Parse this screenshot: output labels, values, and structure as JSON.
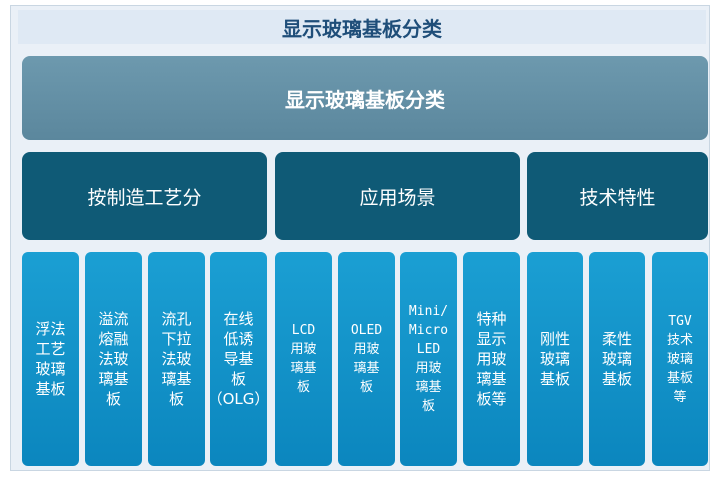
{
  "header": {
    "title": "显示玻璃基板分类"
  },
  "root": {
    "label": "显示玻璃基板分类"
  },
  "categories": [
    {
      "label": "按制造工艺分"
    },
    {
      "label": "应用场景"
    },
    {
      "label": "技术特性"
    }
  ],
  "leaves": [
    {
      "label": "浮法\n工艺\n玻璃\n基板"
    },
    {
      "label": "溢流\n熔融\n法玻\n璃基\n板"
    },
    {
      "label": "流孔\n下拉\n法玻\n璃基\n板"
    },
    {
      "label": "在线\n低诱\n导基\n板\n（OLG）"
    },
    {
      "label": "LCD\n用玻\n璃基\n板"
    },
    {
      "label": "OLED\n用玻\n璃基\n板"
    },
    {
      "label": "Mini/\nMicro\nLED\n用玻\n璃基\n板"
    },
    {
      "label": "特种\n显示\n用玻\n璃基\n板等"
    },
    {
      "label": "刚性\n玻璃\n基板"
    },
    {
      "label": "柔性\n玻璃\n基板"
    },
    {
      "label": "TGV\n技术\n玻璃\n基板\n等"
    }
  ],
  "colors": {
    "header_text": "#1f4e79",
    "root_fill": "#6393a9",
    "category_fill": "#0f5a76",
    "leaf_fill": "#1596cb"
  }
}
